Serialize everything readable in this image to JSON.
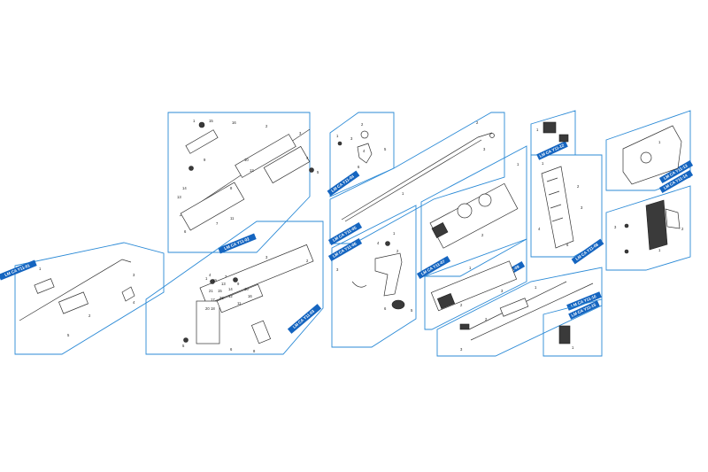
{
  "colors": {
    "frame": "#2b8ad6",
    "tag_fill": "#1565c0",
    "ink": "#333333"
  },
  "panels": [
    {
      "id": "lm-11",
      "tag": "LM CA Y11-01",
      "callouts": [
        "1",
        "2",
        "3",
        "4",
        "5"
      ]
    },
    {
      "id": "lm-02",
      "tag": "LM CA Y11-02",
      "callouts": [
        "1",
        "2",
        "3",
        "4",
        "5",
        "6",
        "7",
        "8",
        "9",
        "10",
        "11",
        "12",
        "13",
        "14",
        "15",
        "16"
      ]
    },
    {
      "id": "lm-03",
      "tag": "LM CA Y11-03",
      "callouts": [
        "1",
        "2",
        "3",
        "4",
        "5",
        "6",
        "7",
        "8",
        "9",
        "10",
        "11",
        "12",
        "13",
        "14",
        "15",
        "16",
        "17",
        "18",
        "19",
        "20",
        "21",
        "22"
      ]
    },
    {
      "id": "lm-04",
      "tag": "LM CA Y11-04",
      "callouts": [
        "1",
        "2",
        "3",
        "4",
        "5",
        "6"
      ]
    },
    {
      "id": "lm-05",
      "tag": "LM CA Y11-05",
      "callouts": [
        "1",
        "2",
        "3"
      ]
    },
    {
      "id": "lm-06",
      "tag": "LM CA Y11-06",
      "callouts": [
        "1",
        "2",
        "3",
        "4",
        "5",
        "6"
      ]
    },
    {
      "id": "lm-07",
      "tag": "LM CA Y11-07",
      "callouts": [
        "1",
        "2"
      ]
    },
    {
      "id": "lm-08",
      "tag": "LM CA Y11-08",
      "callouts": [
        "1",
        "2",
        "3",
        "4",
        "5"
      ]
    },
    {
      "id": "lm-09",
      "tag": "LM CA Y11-09",
      "callouts": [
        "1",
        "2",
        "3"
      ]
    },
    {
      "id": "lm-10",
      "tag": "LM CA Y11-10",
      "callouts": [
        "1",
        "2",
        "3"
      ]
    },
    {
      "id": "lm-12",
      "tag": "LM CA Y11-12",
      "callouts": [
        "1"
      ]
    },
    {
      "id": "lm-13",
      "tag": "LM CA Y11-13",
      "callouts": [
        "1"
      ]
    },
    {
      "id": "lm-14",
      "tag": "LM CA Y11-14",
      "callouts": [
        "1",
        "2",
        "3"
      ]
    },
    {
      "id": "lm-15",
      "tag": "LM CA Y11-15",
      "callouts": [
        "1"
      ]
    }
  ]
}
